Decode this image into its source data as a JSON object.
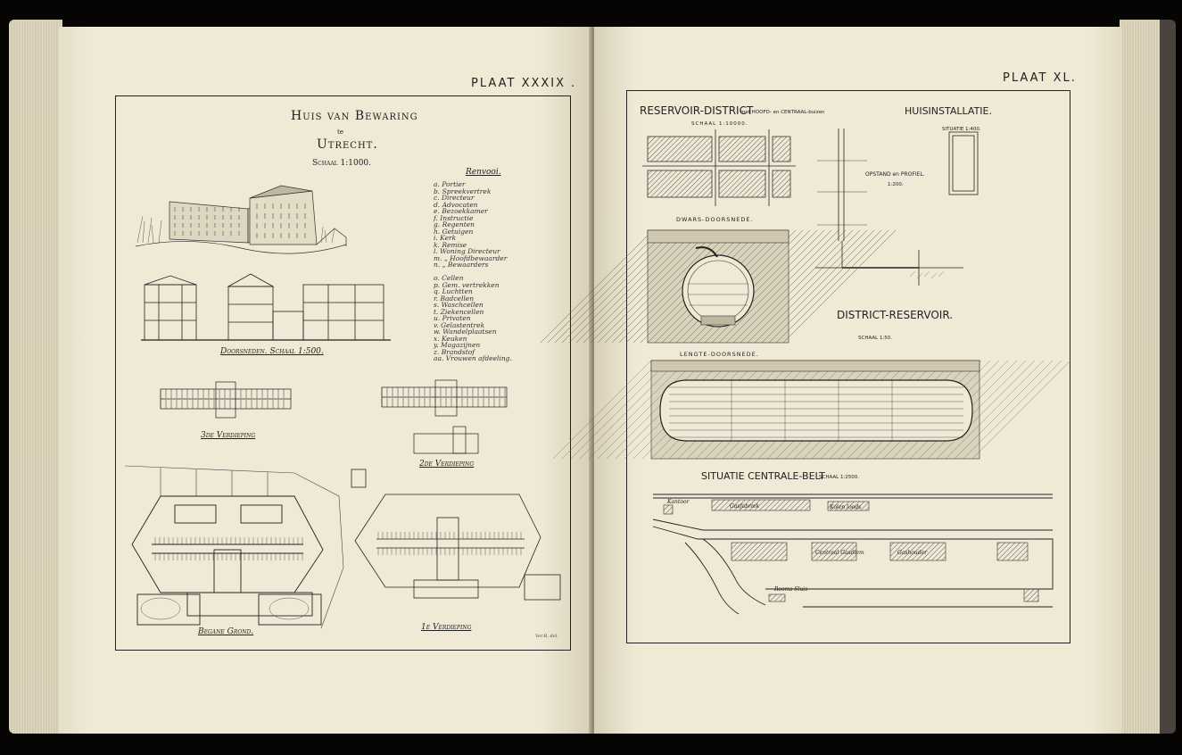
{
  "left_page": {
    "plate": "PLAAT XXXIX .",
    "title_line1": "Huis van Bewaring",
    "title_line2": "te",
    "title_line3": "Utrecht.",
    "scale": "Schaal 1:1000.",
    "legend_title": "Renvooi.",
    "legend_items": [
      "a. Portier",
      "b. Spreekvertrek",
      "c. Directeur",
      "d. Advocaten",
      "e. Bezoekkamer",
      "f. Instructie",
      "g. Regenten",
      "h. Getuigen",
      "i. Kerk",
      "k. Remise",
      "l. Woning Directeur",
      "m.    „    Hoofdbewaarder",
      "n.    „    Bewaarders",
      "",
      "o. Cellen",
      "p. Gem. vertrekken",
      "q. Luchtten",
      "r. Badcellen",
      "s. Waschcellen",
      "t. Ziekencellen",
      "u. Privaten",
      "v. Gelastentrek",
      "w. Wandelplaatsen",
      "x. Keuken",
      "y. Magazijnen",
      "z. Brandstof",
      "aa. Vrouwen afdeeling."
    ],
    "sections_label": "Doorsneden.   Schaal 1:500.",
    "floor3_label": "3de Verdieping",
    "floor2_label": "2de Verdieping",
    "ground_label": "Begane Grond.",
    "floor1_label": "1e Verdieping",
    "signature": "Ver.R. del."
  },
  "right_page": {
    "plate": "PLAAT XL.",
    "title_reservoir": "RESERVOIR-DISTRICT",
    "title_reservoir_sub": "met HOOFD- en CENTRAAL-buizen",
    "reservoir_scale": "SCHAAL 1:10000.",
    "title_huis": "HUISINSTALLATIE.",
    "situatie_small": "SITUATIE 1:400.",
    "opstand": "OPSTAND en PROFIEL.",
    "opstand_scale": "1:200.",
    "dwars": "DWARS-DOORSNEDE.",
    "district_reservoir": "DISTRICT-RESERVOIR.",
    "district_scale": "SCHAAL 1:50.",
    "lengte": "LENGTE-DOORSNEDE.",
    "situatie_centrale": "SITUATIE CENTRALE-BELT",
    "situatie_centrale_scale": "SCHAAL 1:2500.",
    "map_labels": [
      "Kantoor",
      "Gasfabriek",
      "Centraal Gasdiem",
      "Gashouder",
      "Kolen loods",
      "Rooms Sluis"
    ]
  }
}
